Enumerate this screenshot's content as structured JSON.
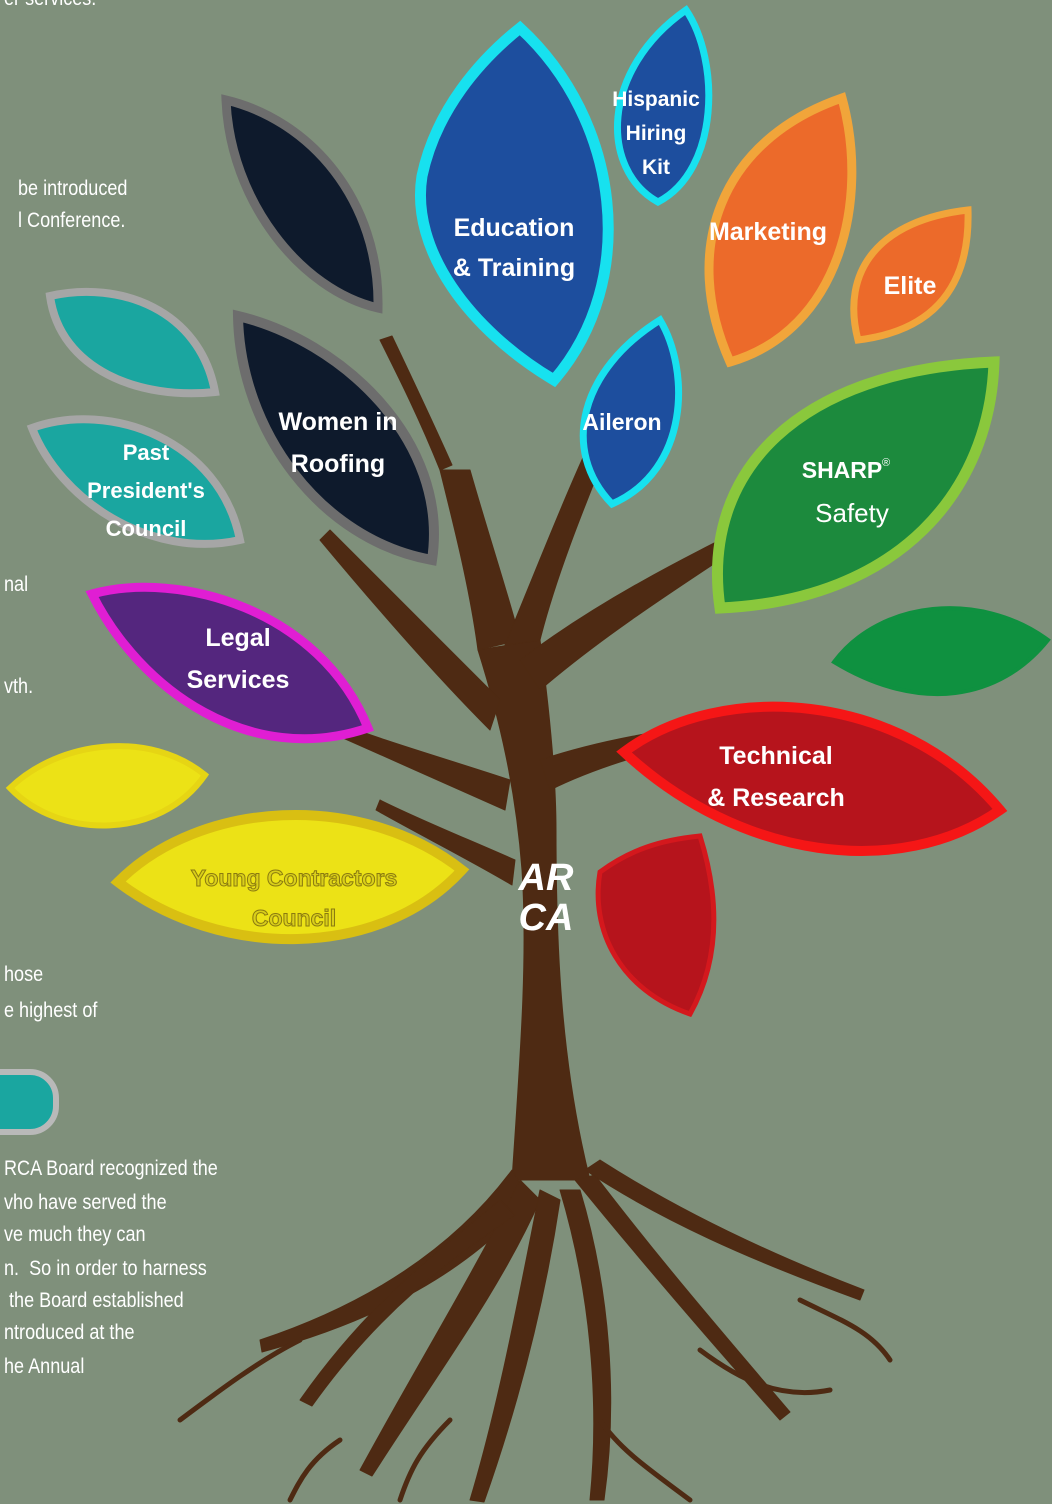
{
  "colors": {
    "background": "#7f907b",
    "trunk": "#4e2a13",
    "education": "#1d4e9e",
    "women": "#0e1a2c",
    "marketing": "#ec6a2a",
    "safety": "#1c8a3d",
    "technical": "#b6141c",
    "legal": "#54267e",
    "young": "#ece216",
    "past": "#1aa6a0"
  },
  "left_text": {
    "line1": "er services.",
    "line2": "be introduced",
    "line3": "l Conference.",
    "line4": "nal",
    "line5": "vth.",
    "line6": "hose",
    "line7": "e highest of",
    "line8": "RCA Board recognized the",
    "line9": "vho have served the",
    "line10": "ve much they can",
    "line11": "n.  So in order to harness",
    "line12": " the Board established",
    "line13": "ntroduced at the",
    "line14": "he Annual"
  },
  "leaves": {
    "education": [
      "Education",
      "& Training"
    ],
    "hispanic": [
      "Hispanic",
      "Hiring",
      "Kit"
    ],
    "marketing": "Marketing",
    "elite": "Elite",
    "aileron": "Aileron",
    "women": [
      "Women in",
      "Roofing"
    ],
    "past": [
      "Past",
      "President's",
      "Council"
    ],
    "safety": [
      "SHARP",
      "Safety"
    ],
    "safety_mark": "®",
    "legal": [
      "Legal",
      "Services"
    ],
    "technical": [
      "Technical",
      "& Research"
    ],
    "young": [
      "Young Contractors",
      "Council"
    ]
  },
  "logo": {
    "top": "AR",
    "bottom": "CA"
  }
}
